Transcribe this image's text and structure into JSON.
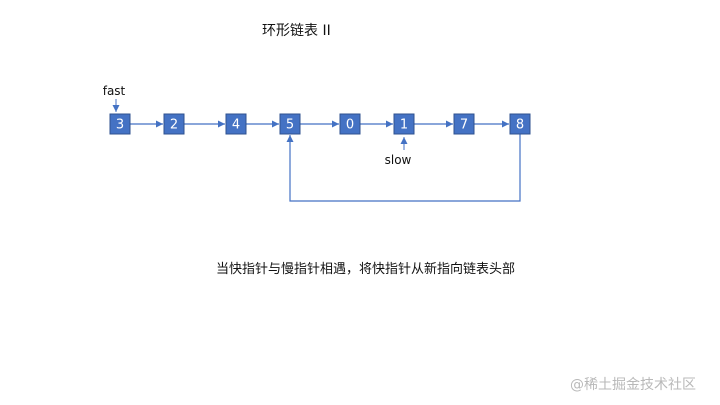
{
  "title": "环形链表 II",
  "caption": "当快指针与慢指针相遇，将快指针从新指向链表头部",
  "watermark": "@稀土掘金技术社区",
  "colors": {
    "node_fill": "#4472c4",
    "node_border": "#2f528f",
    "line": "#4472c4",
    "text": "#111111"
  },
  "diagram": {
    "nodes": [
      "3",
      "2",
      "4",
      "5",
      "0",
      "1",
      "7",
      "8"
    ],
    "cycle": {
      "from": "8",
      "to": "5"
    },
    "pointers": [
      {
        "label": "fast",
        "at": "3",
        "side": "above"
      },
      {
        "label": "slow",
        "at": "1",
        "side": "below"
      }
    ]
  }
}
